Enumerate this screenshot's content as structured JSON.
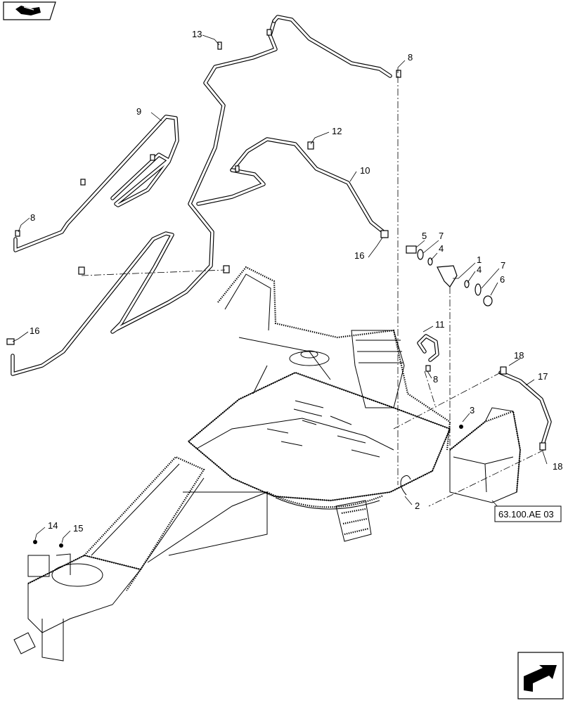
{
  "callouts": [
    {
      "id": "c1",
      "label": "1"
    },
    {
      "id": "c2",
      "label": "2"
    },
    {
      "id": "c3",
      "label": "3"
    },
    {
      "id": "c4a",
      "label": "4"
    },
    {
      "id": "c4b",
      "label": "4"
    },
    {
      "id": "c5",
      "label": "5"
    },
    {
      "id": "c6",
      "label": "6"
    },
    {
      "id": "c7a",
      "label": "7"
    },
    {
      "id": "c7b",
      "label": "7"
    },
    {
      "id": "c8a",
      "label": "8"
    },
    {
      "id": "c8b",
      "label": "8"
    },
    {
      "id": "c8c",
      "label": "8"
    },
    {
      "id": "c9",
      "label": "9"
    },
    {
      "id": "c10",
      "label": "10"
    },
    {
      "id": "c11",
      "label": "11"
    },
    {
      "id": "c12",
      "label": "12"
    },
    {
      "id": "c13",
      "label": "13"
    },
    {
      "id": "c14",
      "label": "14"
    },
    {
      "id": "c15",
      "label": "15"
    },
    {
      "id": "c16a",
      "label": "16"
    },
    {
      "id": "c16b",
      "label": "16"
    },
    {
      "id": "c17",
      "label": "17"
    },
    {
      "id": "c18a",
      "label": "18"
    },
    {
      "id": "c18b",
      "label": "18"
    }
  ],
  "reference_box": {
    "label": "63.100.AE 03"
  },
  "icons": {
    "top_left": "book-hand-icon",
    "bottom_right": "page-arrow-icon"
  }
}
